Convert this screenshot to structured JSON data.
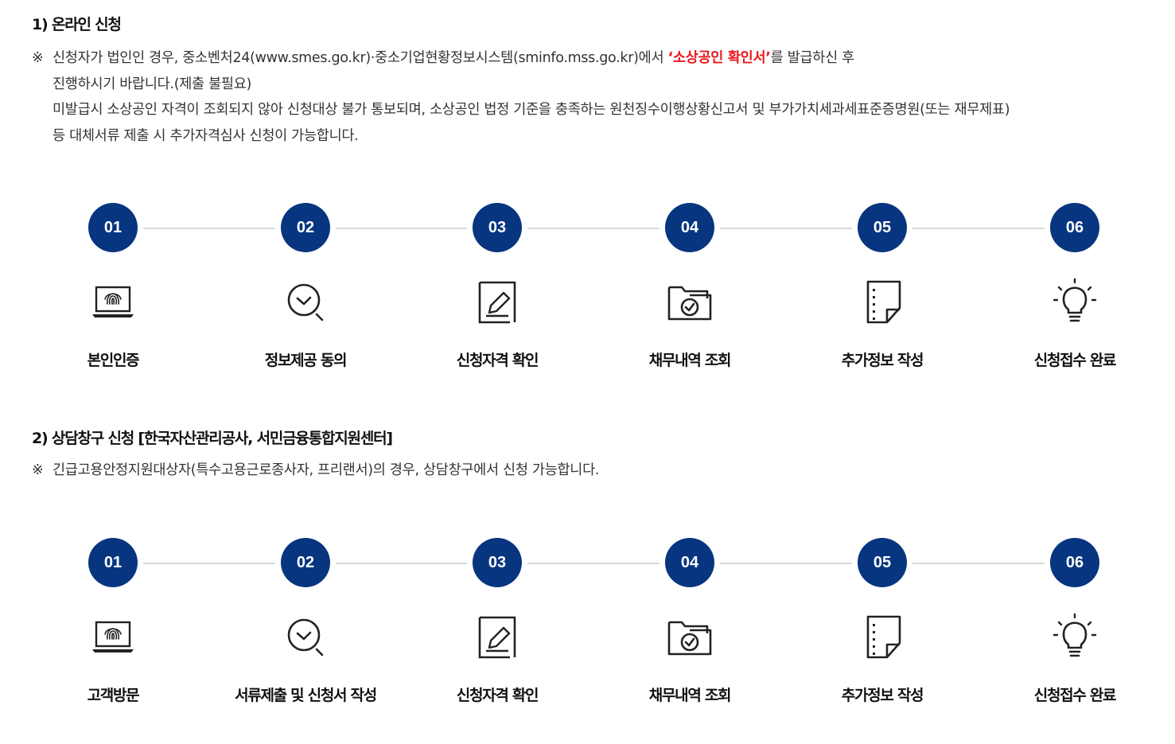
{
  "section1": {
    "title": "1) 온라인 신청",
    "note_mark": "※",
    "note_line1_pre": "신청자가 법인인 경우, 중소벤처24(www.smes.go.kr)·중소기업현황정보시스템(sminfo.mss.go.kr)에서 ",
    "note_line1_highlight": "‘소상공인 확인서’",
    "note_line1_post": "를 발급하신 후",
    "note_line2": "진행하시기 바랍니다.(제출 불필요)",
    "note_line3": "미발급시 소상공인 자격이 조회되지 않아 신청대상 불가 통보되며, 소상공인 법정 기준을 충족하는 원천징수이행상황신고서 및 부가가치세과세표준증명원(또는 재무제표)",
    "note_line4": "등 대체서류 제출 시 추가자격심사 신청이 가능합니다.",
    "steps": [
      {
        "num": "01",
        "icon": "laptop-fingerprint-icon",
        "label": "본인인증"
      },
      {
        "num": "02",
        "icon": "search-check-icon",
        "label": "정보제공 동의"
      },
      {
        "num": "03",
        "icon": "edit-document-icon",
        "label": "신청자격 확인"
      },
      {
        "num": "04",
        "icon": "folder-check-icon",
        "label": "채무내역 조회"
      },
      {
        "num": "05",
        "icon": "document-dotted-icon",
        "label": "추가정보 작성"
      },
      {
        "num": "06",
        "icon": "lightbulb-icon",
        "label": "신청접수 완료"
      }
    ]
  },
  "section2": {
    "title": "2) 상담창구 신청 [한국자산관리공사, 서민금융통합지원센터]",
    "note_mark": "※",
    "note_line1": "긴급고용안정지원대상자(특수고용근로종사자, 프리랜서)의 경우, 상담창구에서 신청 가능합니다.",
    "steps": [
      {
        "num": "01",
        "icon": "laptop-fingerprint-icon",
        "label": "고객방문"
      },
      {
        "num": "02",
        "icon": "search-check-icon",
        "label": "서류제출 및 신청서 작성"
      },
      {
        "num": "03",
        "icon": "edit-document-icon",
        "label": "신청자격 확인"
      },
      {
        "num": "04",
        "icon": "folder-check-icon",
        "label": "채무내역 조회"
      },
      {
        "num": "05",
        "icon": "document-dotted-icon",
        "label": "추가정보 작성"
      },
      {
        "num": "06",
        "icon": "lightbulb-icon",
        "label": "신청접수 완료"
      }
    ]
  },
  "colors": {
    "accent": "#07357f",
    "highlight": "#e8191e",
    "connector": "#d9d9d9"
  }
}
